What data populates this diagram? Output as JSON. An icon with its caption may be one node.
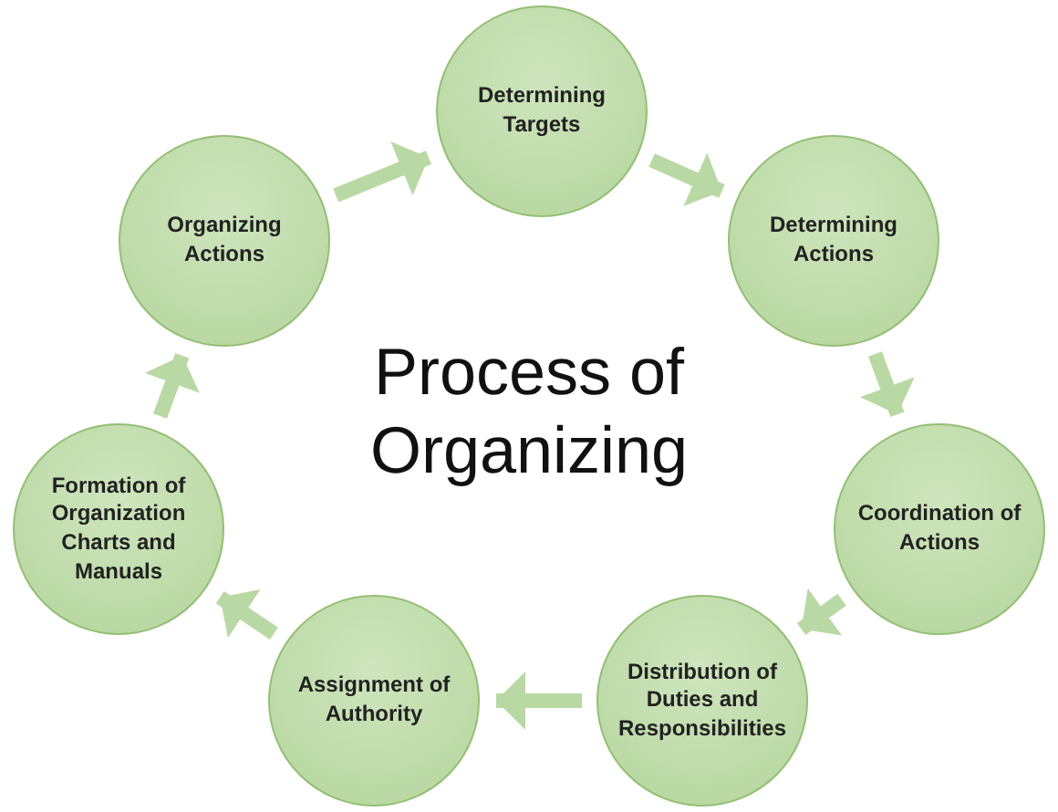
{
  "diagram": {
    "title": "Process of Organizing",
    "nodes": [
      {
        "text": [
          "Determining Targets"
        ]
      },
      {
        "text": [
          "Determining Actions"
        ]
      },
      {
        "text": [
          "Coordination of Actions"
        ]
      },
      {
        "text": [
          "Distribution of Duties and Responsibilities"
        ]
      },
      {
        "text": [
          "Assignment of Authority"
        ]
      },
      {
        "text": [
          "Formation of Organization Charts and Manuals"
        ]
      },
      {
        "text": [
          "Organizing Actions"
        ]
      }
    ],
    "edges": [
      {
        "from": 0,
        "to": 1,
        "arrow": "to"
      },
      {
        "from": 1,
        "to": 2,
        "arrow": "to"
      },
      {
        "from": 2,
        "to": 3,
        "arrow": "to"
      },
      {
        "from": 3,
        "to": 4,
        "arrow": "to"
      },
      {
        "from": 4,
        "to": 5,
        "arrow": "to"
      },
      {
        "from": 5,
        "to": 6,
        "arrow": "to"
      },
      {
        "from": 6,
        "to": 0,
        "arrow": "to"
      }
    ]
  }
}
